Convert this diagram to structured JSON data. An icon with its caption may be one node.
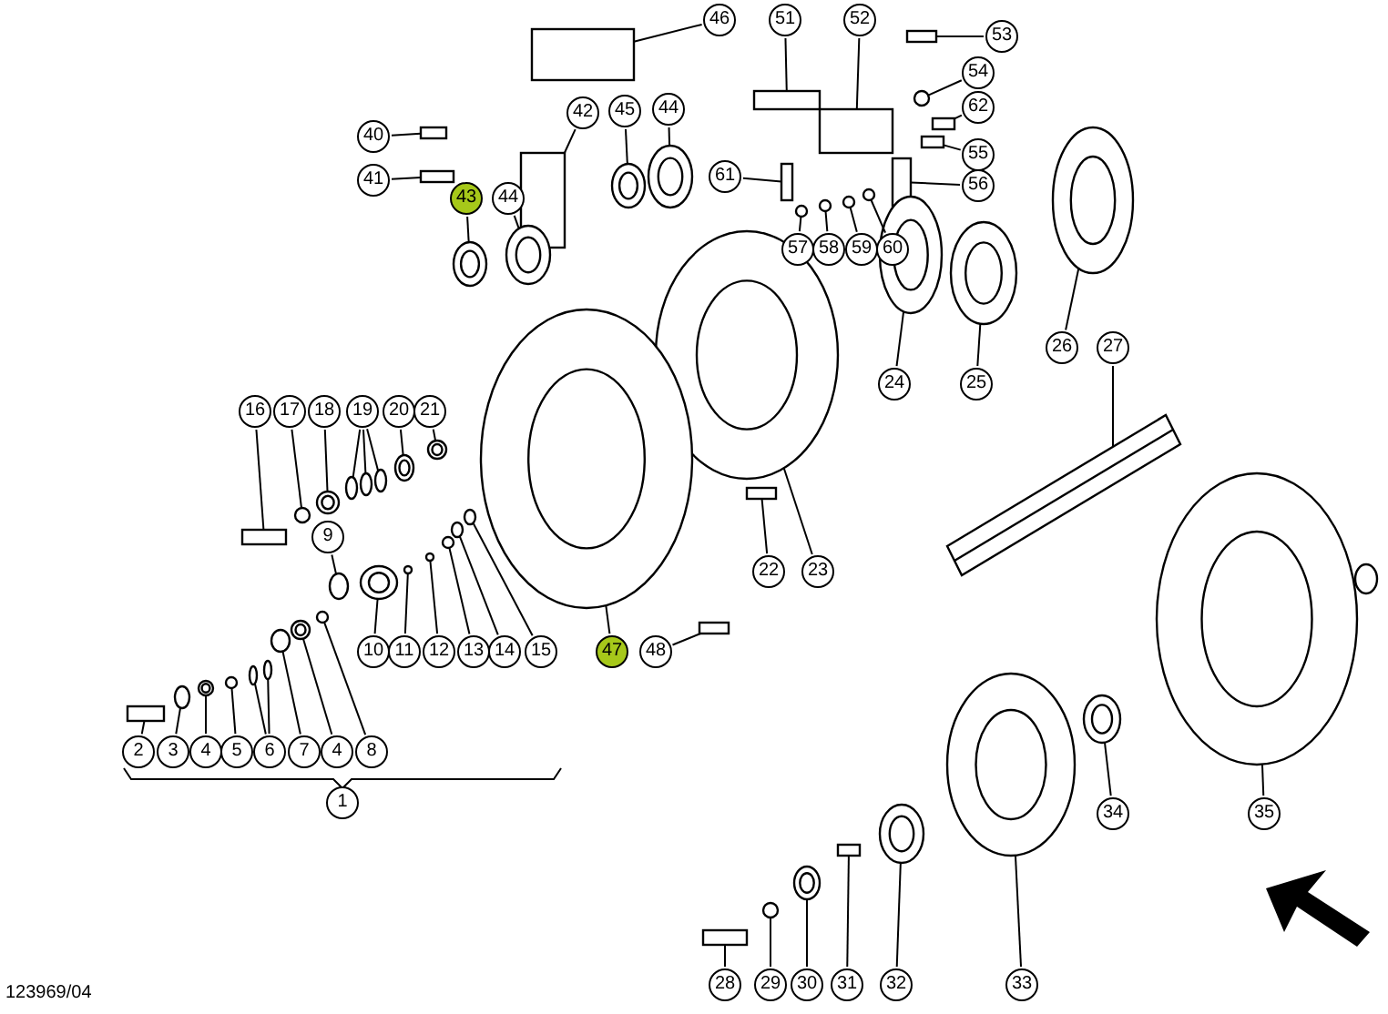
{
  "diagram": {
    "nodes": [
      {
        "text": [
          "46"
        ]
      },
      {
        "text": [
          "51"
        ]
      },
      {
        "text": [
          "52"
        ]
      },
      {
        "text": [
          "53"
        ]
      },
      {
        "text": [
          "40"
        ]
      },
      {
        "text": [
          "42"
        ]
      },
      {
        "text": [
          "45"
        ]
      },
      {
        "text": [
          "44"
        ]
      },
      {
        "text": [
          "54"
        ]
      },
      {
        "text": [
          "62"
        ]
      },
      {
        "text": [
          "41"
        ]
      },
      {
        "text": [
          "43"
        ]
      },
      {
        "text": [
          "44"
        ]
      },
      {
        "text": [
          "61"
        ]
      },
      {
        "text": [
          "55"
        ]
      },
      {
        "text": [
          "56"
        ]
      },
      {
        "text": [
          "57"
        ]
      },
      {
        "text": [
          "58"
        ]
      },
      {
        "text": [
          "59"
        ]
      },
      {
        "text": [
          "60"
        ]
      },
      {
        "text": [
          "26"
        ]
      },
      {
        "text": [
          "27"
        ]
      },
      {
        "text": [
          "24"
        ]
      },
      {
        "text": [
          "25"
        ]
      },
      {
        "text": [
          "16"
        ]
      },
      {
        "text": [
          "17"
        ]
      },
      {
        "text": [
          "18"
        ]
      },
      {
        "text": [
          "19"
        ]
      },
      {
        "text": [
          "20"
        ]
      },
      {
        "text": [
          "21"
        ]
      },
      {
        "text": [
          "22"
        ]
      },
      {
        "text": [
          "23"
        ]
      },
      {
        "text": [
          "9"
        ]
      },
      {
        "text": [
          "10"
        ]
      },
      {
        "text": [
          "11"
        ]
      },
      {
        "text": [
          "12"
        ]
      },
      {
        "text": [
          "13"
        ]
      },
      {
        "text": [
          "14"
        ]
      },
      {
        "text": [
          "15"
        ]
      },
      {
        "text": [
          "47"
        ]
      },
      {
        "text": [
          "48"
        ]
      },
      {
        "text": [
          "2"
        ]
      },
      {
        "text": [
          "3"
        ]
      },
      {
        "text": [
          "4"
        ]
      },
      {
        "text": [
          "5"
        ]
      },
      {
        "text": [
          "6"
        ]
      },
      {
        "text": [
          "7"
        ]
      },
      {
        "text": [
          "4"
        ]
      },
      {
        "text": [
          "8"
        ]
      },
      {
        "text": [
          "1"
        ]
      },
      {
        "text": [
          "34"
        ]
      },
      {
        "text": [
          "35"
        ]
      },
      {
        "text": [
          "28"
        ]
      },
      {
        "text": [
          "29"
        ]
      },
      {
        "text": [
          "30"
        ]
      },
      {
        "text": [
          "31"
        ]
      },
      {
        "text": [
          "32"
        ]
      },
      {
        "text": [
          "33"
        ]
      },
      {
        "text": [],
        "shape": "box"
      },
      {
        "text": [],
        "shape": "box"
      },
      {
        "text": [],
        "shape": "box"
      },
      {
        "text": [],
        "shape": "box"
      },
      {
        "text": [],
        "shape": "box"
      },
      {
        "text": [],
        "shape": "box"
      },
      {
        "text": [],
        "shape": "picture"
      },
      {
        "text": [],
        "shape": "picture"
      },
      {
        "text": [],
        "shape": "ellipse"
      },
      {
        "text": [],
        "shape": "box"
      },
      {
        "text": [],
        "shape": "box"
      },
      {
        "text": [],
        "shape": "picture"
      },
      {
        "text": [],
        "shape": "picture"
      },
      {
        "text": [],
        "shape": "box"
      },
      {
        "text": [],
        "shape": "box"
      },
      {
        "text": [],
        "shape": "box"
      },
      {
        "text": [],
        "shape": "ellipse"
      },
      {
        "text": [],
        "shape": "ellipse"
      },
      {
        "text": [],
        "shape": "ellipse"
      },
      {
        "text": [],
        "shape": "ellipse"
      },
      {
        "text": [],
        "shape": "picture"
      },
      {
        "text": [],
        "shape": "picture"
      },
      {
        "text": [],
        "shape": "picture"
      },
      {
        "text": [],
        "shape": "picture"
      },
      {
        "text": [],
        "shape": "box"
      },
      {
        "text": [],
        "shape": "ellipse"
      },
      {
        "text": [],
        "shape": "picture"
      },
      {
        "text": [],
        "shape": "ellipse"
      },
      {
        "text": [],
        "shape": "ellipse"
      },
      {
        "text": [],
        "shape": "ellipse"
      },
      {
        "text": [],
        "shape": "picture"
      },
      {
        "text": [],
        "shape": "picture"
      },
      {
        "text": [],
        "shape": "box"
      },
      {
        "text": [],
        "shape": "picture"
      },
      {
        "text": [],
        "shape": "ellipse"
      },
      {
        "text": [],
        "shape": "picture"
      },
      {
        "text": [],
        "shape": "ellipse"
      },
      {
        "text": [],
        "shape": "ellipse"
      },
      {
        "text": [],
        "shape": "ellipse"
      },
      {
        "text": [],
        "shape": "ellipse"
      },
      {
        "text": [],
        "shape": "ellipse"
      },
      {
        "text": [],
        "shape": "picture"
      },
      {
        "text": [],
        "shape": "box"
      },
      {
        "text": [],
        "shape": "box"
      },
      {
        "text": [],
        "shape": "ellipse"
      },
      {
        "text": [],
        "shape": "picture"
      },
      {
        "text": [],
        "shape": "ellipse"
      },
      {
        "text": [],
        "shape": "ellipse"
      },
      {
        "text": [],
        "shape": "ellipse"
      },
      {
        "text": [],
        "shape": "ellipse"
      },
      {
        "text": [],
        "shape": "picture"
      },
      {
        "text": [],
        "shape": "ellipse"
      },
      {
        "text": [],
        "shape": "picture"
      },
      {
        "text": [],
        "shape": "picture"
      },
      {
        "text": [],
        "shape": "box"
      },
      {
        "text": [],
        "shape": "ellipse"
      },
      {
        "text": [],
        "shape": "picture"
      },
      {
        "text": [],
        "shape": "box"
      },
      {
        "text": [],
        "shape": "picture"
      },
      {
        "text": [],
        "shape": "picture"
      }
    ],
    "edges": [
      {
        "from": 0,
        "to": 58,
        "arrow": "none"
      },
      {
        "from": 1,
        "to": 59,
        "arrow": "none"
      },
      {
        "from": 2,
        "to": 60,
        "arrow": "none"
      },
      {
        "from": 3,
        "to": 61,
        "arrow": "none"
      },
      {
        "from": 4,
        "to": 62,
        "arrow": "none"
      },
      {
        "from": 5,
        "to": 63,
        "arrow": "none"
      },
      {
        "from": 6,
        "to": 64,
        "arrow": "none"
      },
      {
        "from": 7,
        "to": 65,
        "arrow": "none"
      },
      {
        "from": 8,
        "to": 66,
        "arrow": "none"
      },
      {
        "from": 9,
        "to": 67,
        "arrow": "none"
      },
      {
        "from": 10,
        "to": 68,
        "arrow": "none"
      },
      {
        "from": 11,
        "to": 69,
        "arrow": "none"
      },
      {
        "from": 12,
        "to": 70,
        "arrow": "none"
      },
      {
        "from": 13,
        "to": 71,
        "arrow": "none"
      },
      {
        "from": 14,
        "to": 72,
        "arrow": "none"
      },
      {
        "from": 15,
        "to": 73,
        "arrow": "none"
      },
      {
        "from": 16,
        "to": 74,
        "arrow": "none"
      },
      {
        "from": 17,
        "to": 75,
        "arrow": "none"
      },
      {
        "from": 18,
        "to": 76,
        "arrow": "none"
      },
      {
        "from": 19,
        "to": 77,
        "arrow": "none"
      },
      {
        "from": 20,
        "to": 78,
        "arrow": "none"
      },
      {
        "from": 21,
        "to": 79,
        "arrow": "none"
      },
      {
        "from": 22,
        "to": 80,
        "arrow": "none"
      },
      {
        "from": 23,
        "to": 81,
        "arrow": "none"
      },
      {
        "from": 24,
        "to": 82,
        "arrow": "none"
      },
      {
        "from": 25,
        "to": 83,
        "arrow": "none"
      },
      {
        "from": 26,
        "to": 84,
        "arrow": "none"
      },
      {
        "from": 27,
        "to": 85,
        "arrow": "none"
      },
      {
        "from": 27,
        "to": 86,
        "arrow": "none"
      },
      {
        "from": 27,
        "to": 87,
        "arrow": "none"
      },
      {
        "from": 28,
        "to": 88,
        "arrow": "none"
      },
      {
        "from": 29,
        "to": 89,
        "arrow": "none"
      },
      {
        "from": 30,
        "to": 90,
        "arrow": "none"
      },
      {
        "from": 31,
        "to": 91,
        "arrow": "none"
      },
      {
        "from": 32,
        "to": 92,
        "arrow": "none"
      },
      {
        "from": 33,
        "to": 93,
        "arrow": "none"
      },
      {
        "from": 34,
        "to": 94,
        "arrow": "none"
      },
      {
        "from": 35,
        "to": 95,
        "arrow": "none"
      },
      {
        "from": 36,
        "to": 96,
        "arrow": "none"
      },
      {
        "from": 37,
        "to": 97,
        "arrow": "none"
      },
      {
        "from": 38,
        "to": 98,
        "arrow": "none"
      },
      {
        "from": 39,
        "to": 99,
        "arrow": "none"
      },
      {
        "from": 40,
        "to": 100,
        "arrow": "none"
      },
      {
        "from": 41,
        "to": 101,
        "arrow": "none"
      },
      {
        "from": 42,
        "to": 102,
        "arrow": "none"
      },
      {
        "from": 43,
        "to": 103,
        "arrow": "none"
      },
      {
        "from": 44,
        "to": 104,
        "arrow": "none"
      },
      {
        "from": 45,
        "to": 105,
        "arrow": "none"
      },
      {
        "from": 45,
        "to": 106,
        "arrow": "none"
      },
      {
        "from": 46,
        "to": 107,
        "arrow": "none"
      },
      {
        "from": 47,
        "to": 108,
        "arrow": "none"
      },
      {
        "from": 48,
        "to": 109,
        "arrow": "none"
      },
      {
        "from": 50,
        "to": 110,
        "arrow": "none"
      },
      {
        "from": 51,
        "to": 111,
        "arrow": "none"
      },
      {
        "from": 52,
        "to": 112,
        "arrow": "none"
      },
      {
        "from": 53,
        "to": 113,
        "arrow": "none"
      },
      {
        "from": 54,
        "to": 114,
        "arrow": "none"
      },
      {
        "from": 55,
        "to": 115,
        "arrow": "none"
      },
      {
        "from": 56,
        "to": 116,
        "arrow": "none"
      },
      {
        "from": 57,
        "to": 117,
        "arrow": "none"
      }
    ],
    "labels": [
      "123969/04"
    ]
  }
}
